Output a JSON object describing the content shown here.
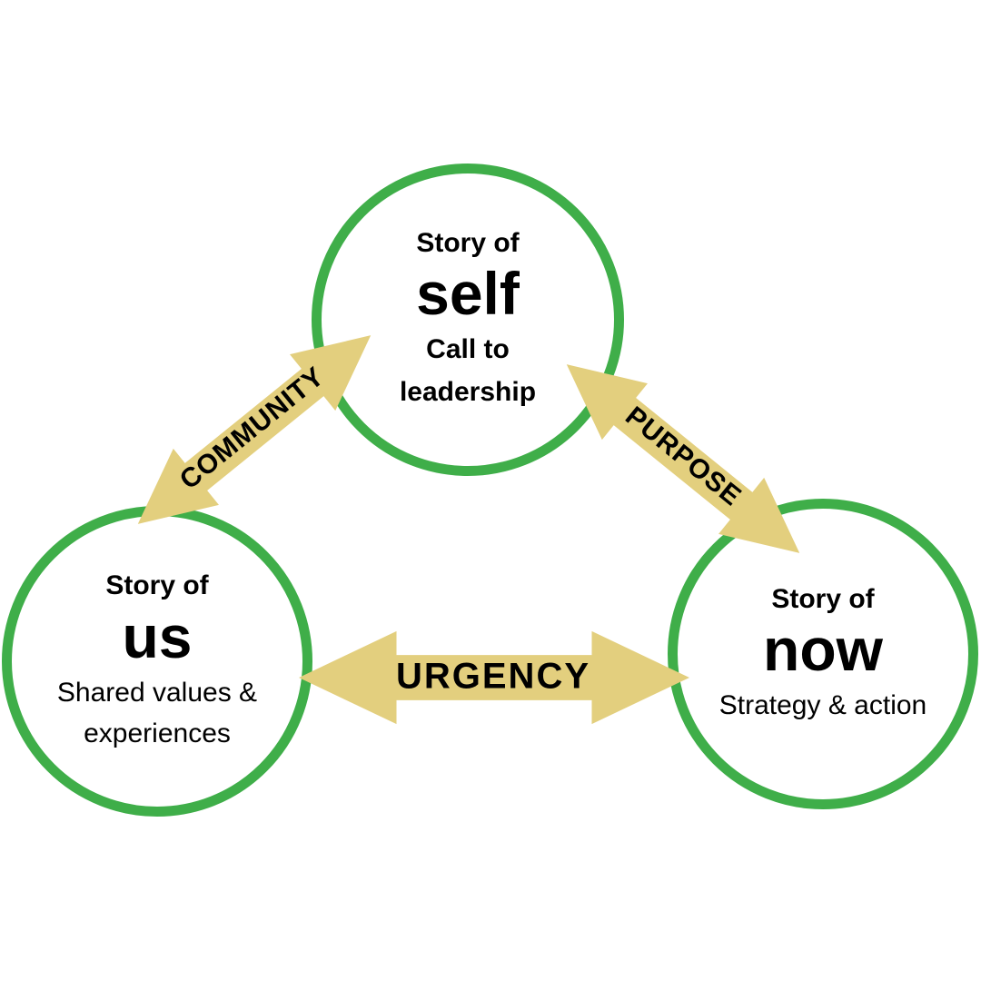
{
  "diagram": {
    "circles": [
      {
        "id": "self",
        "prefix": "Story of",
        "word": "self",
        "desc": "Call to leadership"
      },
      {
        "id": "us",
        "prefix": "Story of",
        "word": "us",
        "desc": "Shared values & experiences"
      },
      {
        "id": "now",
        "prefix": "Story of",
        "word": "now",
        "desc": "Strategy & action"
      }
    ],
    "arrows": [
      {
        "id": "community",
        "label": "COMMUNITY"
      },
      {
        "id": "purpose",
        "label": "PURPOSE"
      },
      {
        "id": "urgency",
        "label": "URGENCY"
      }
    ],
    "colors": {
      "circle_stroke": "#3fae49",
      "arrow_fill": "#e3cf7e",
      "text": "#000000",
      "background": "#ffffff"
    }
  }
}
